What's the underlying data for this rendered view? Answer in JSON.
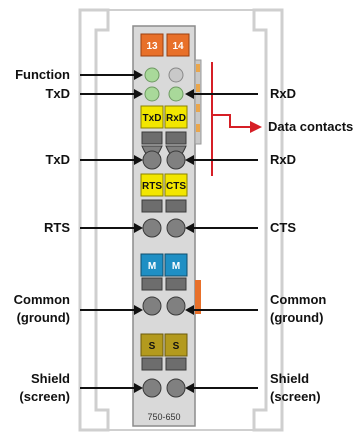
{
  "module": {
    "header_tags": [
      "13",
      "14"
    ],
    "model_number": "750-650",
    "badges": {
      "txd": "TxD",
      "rxd": "RxD",
      "rts": "RTS",
      "cts": "CTS",
      "m_left": "M",
      "m_right": "M",
      "s_left": "S",
      "s_right": "S"
    }
  },
  "labels_left": {
    "function": "Function",
    "txd_led": "TxD",
    "txd": "TxD",
    "rts": "RTS",
    "common_1": "Common",
    "common_2": "(ground)",
    "shield_1": "Shield",
    "shield_2": "(screen)"
  },
  "labels_right": {
    "rxd_led": "RxD",
    "data_contacts": "Data contacts",
    "rxd": "RxD",
    "cts": "CTS",
    "common_1": "Common",
    "common_2": "(ground)",
    "shield_1": "Shield",
    "shield_2": "(screen)"
  },
  "colors": {
    "orange": "#e8702a",
    "yellow": "#f2e600",
    "blue": "#1f8fc4",
    "olive": "#b39a1e",
    "led_green": "#a9d99a",
    "red_arrow": "#d61f26"
  }
}
